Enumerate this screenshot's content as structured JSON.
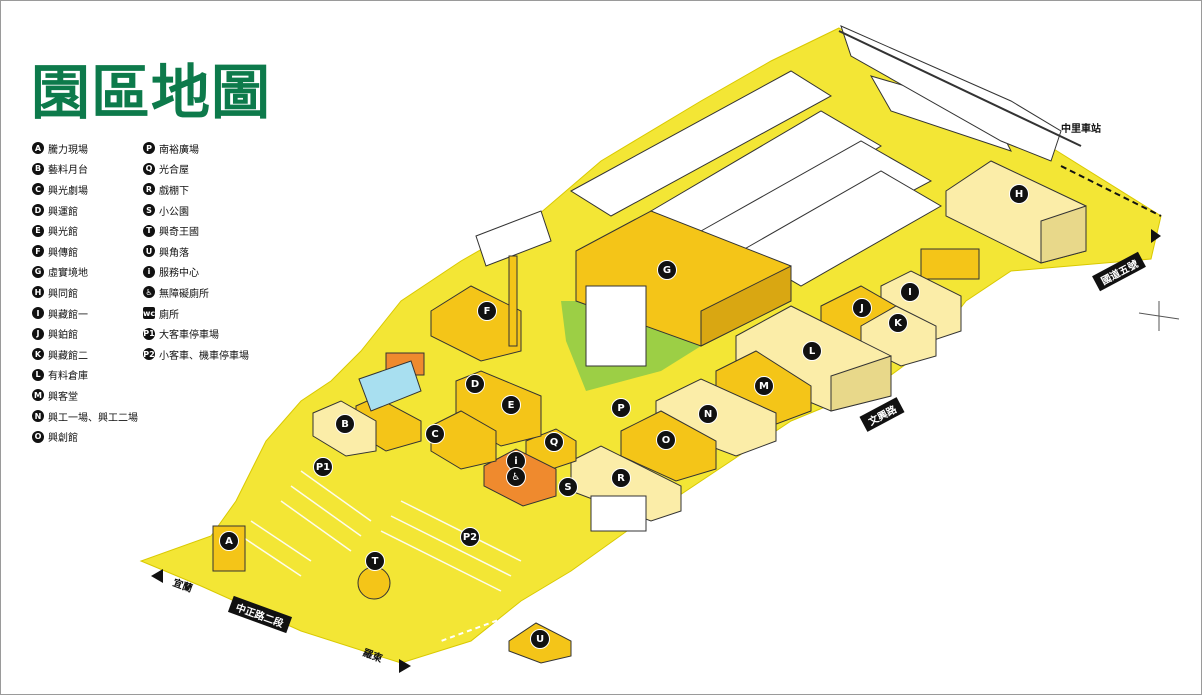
{
  "title": "園區地圖",
  "legend_left": [
    {
      "key": "A",
      "label": "騰力現場"
    },
    {
      "key": "B",
      "label": "藝料月台"
    },
    {
      "key": "C",
      "label": "興光劇場"
    },
    {
      "key": "D",
      "label": "興運館"
    },
    {
      "key": "E",
      "label": "興光館"
    },
    {
      "key": "F",
      "label": "興傳館"
    },
    {
      "key": "G",
      "label": "虛實境地"
    },
    {
      "key": "H",
      "label": "興同館"
    },
    {
      "key": "I",
      "label": "興藏館一"
    },
    {
      "key": "J",
      "label": "興鉑館"
    },
    {
      "key": "K",
      "label": "興藏館二"
    },
    {
      "key": "L",
      "label": "有料倉庫"
    },
    {
      "key": "M",
      "label": "興客堂"
    },
    {
      "key": "N",
      "label": "興工一場、興工二場"
    },
    {
      "key": "O",
      "label": "興創館"
    }
  ],
  "legend_right": [
    {
      "key": "P",
      "label": "南裕廣場"
    },
    {
      "key": "Q",
      "label": "光合屋"
    },
    {
      "key": "R",
      "label": "戲棚下"
    },
    {
      "key": "S",
      "label": "小公園"
    },
    {
      "key": "T",
      "label": "興奇王國"
    },
    {
      "key": "U",
      "label": "興角落"
    },
    {
      "key": "i",
      "label": "服務中心"
    },
    {
      "key": "♿",
      "label": "無障礙廁所"
    },
    {
      "key": "wc",
      "label": "廁所"
    },
    {
      "key": "P1",
      "label": "大客車停車場"
    },
    {
      "key": "P2",
      "label": "小客車、機車停車場"
    }
  ],
  "roads": {
    "station": "中里車站",
    "freeway": "國道五號",
    "wenxing": "文興路",
    "zhongzheng": "中正路二段",
    "yilan": "宜蘭",
    "luodong": "羅東"
  },
  "map_pins": [
    "A",
    "B",
    "C",
    "D",
    "E",
    "F",
    "G",
    "H",
    "I",
    "J",
    "K",
    "L",
    "M",
    "N",
    "O",
    "P",
    "Q",
    "R",
    "S",
    "T",
    "U",
    "i",
    "♿",
    "P1",
    "P2"
  ],
  "colors": {
    "title": "#0d7a4b",
    "ground": "#f3e635",
    "building_yellow": "#f4c518",
    "building_cream": "#fbeda8",
    "building_orange": "#ef8a2e",
    "lawn": "#9ccf45"
  }
}
